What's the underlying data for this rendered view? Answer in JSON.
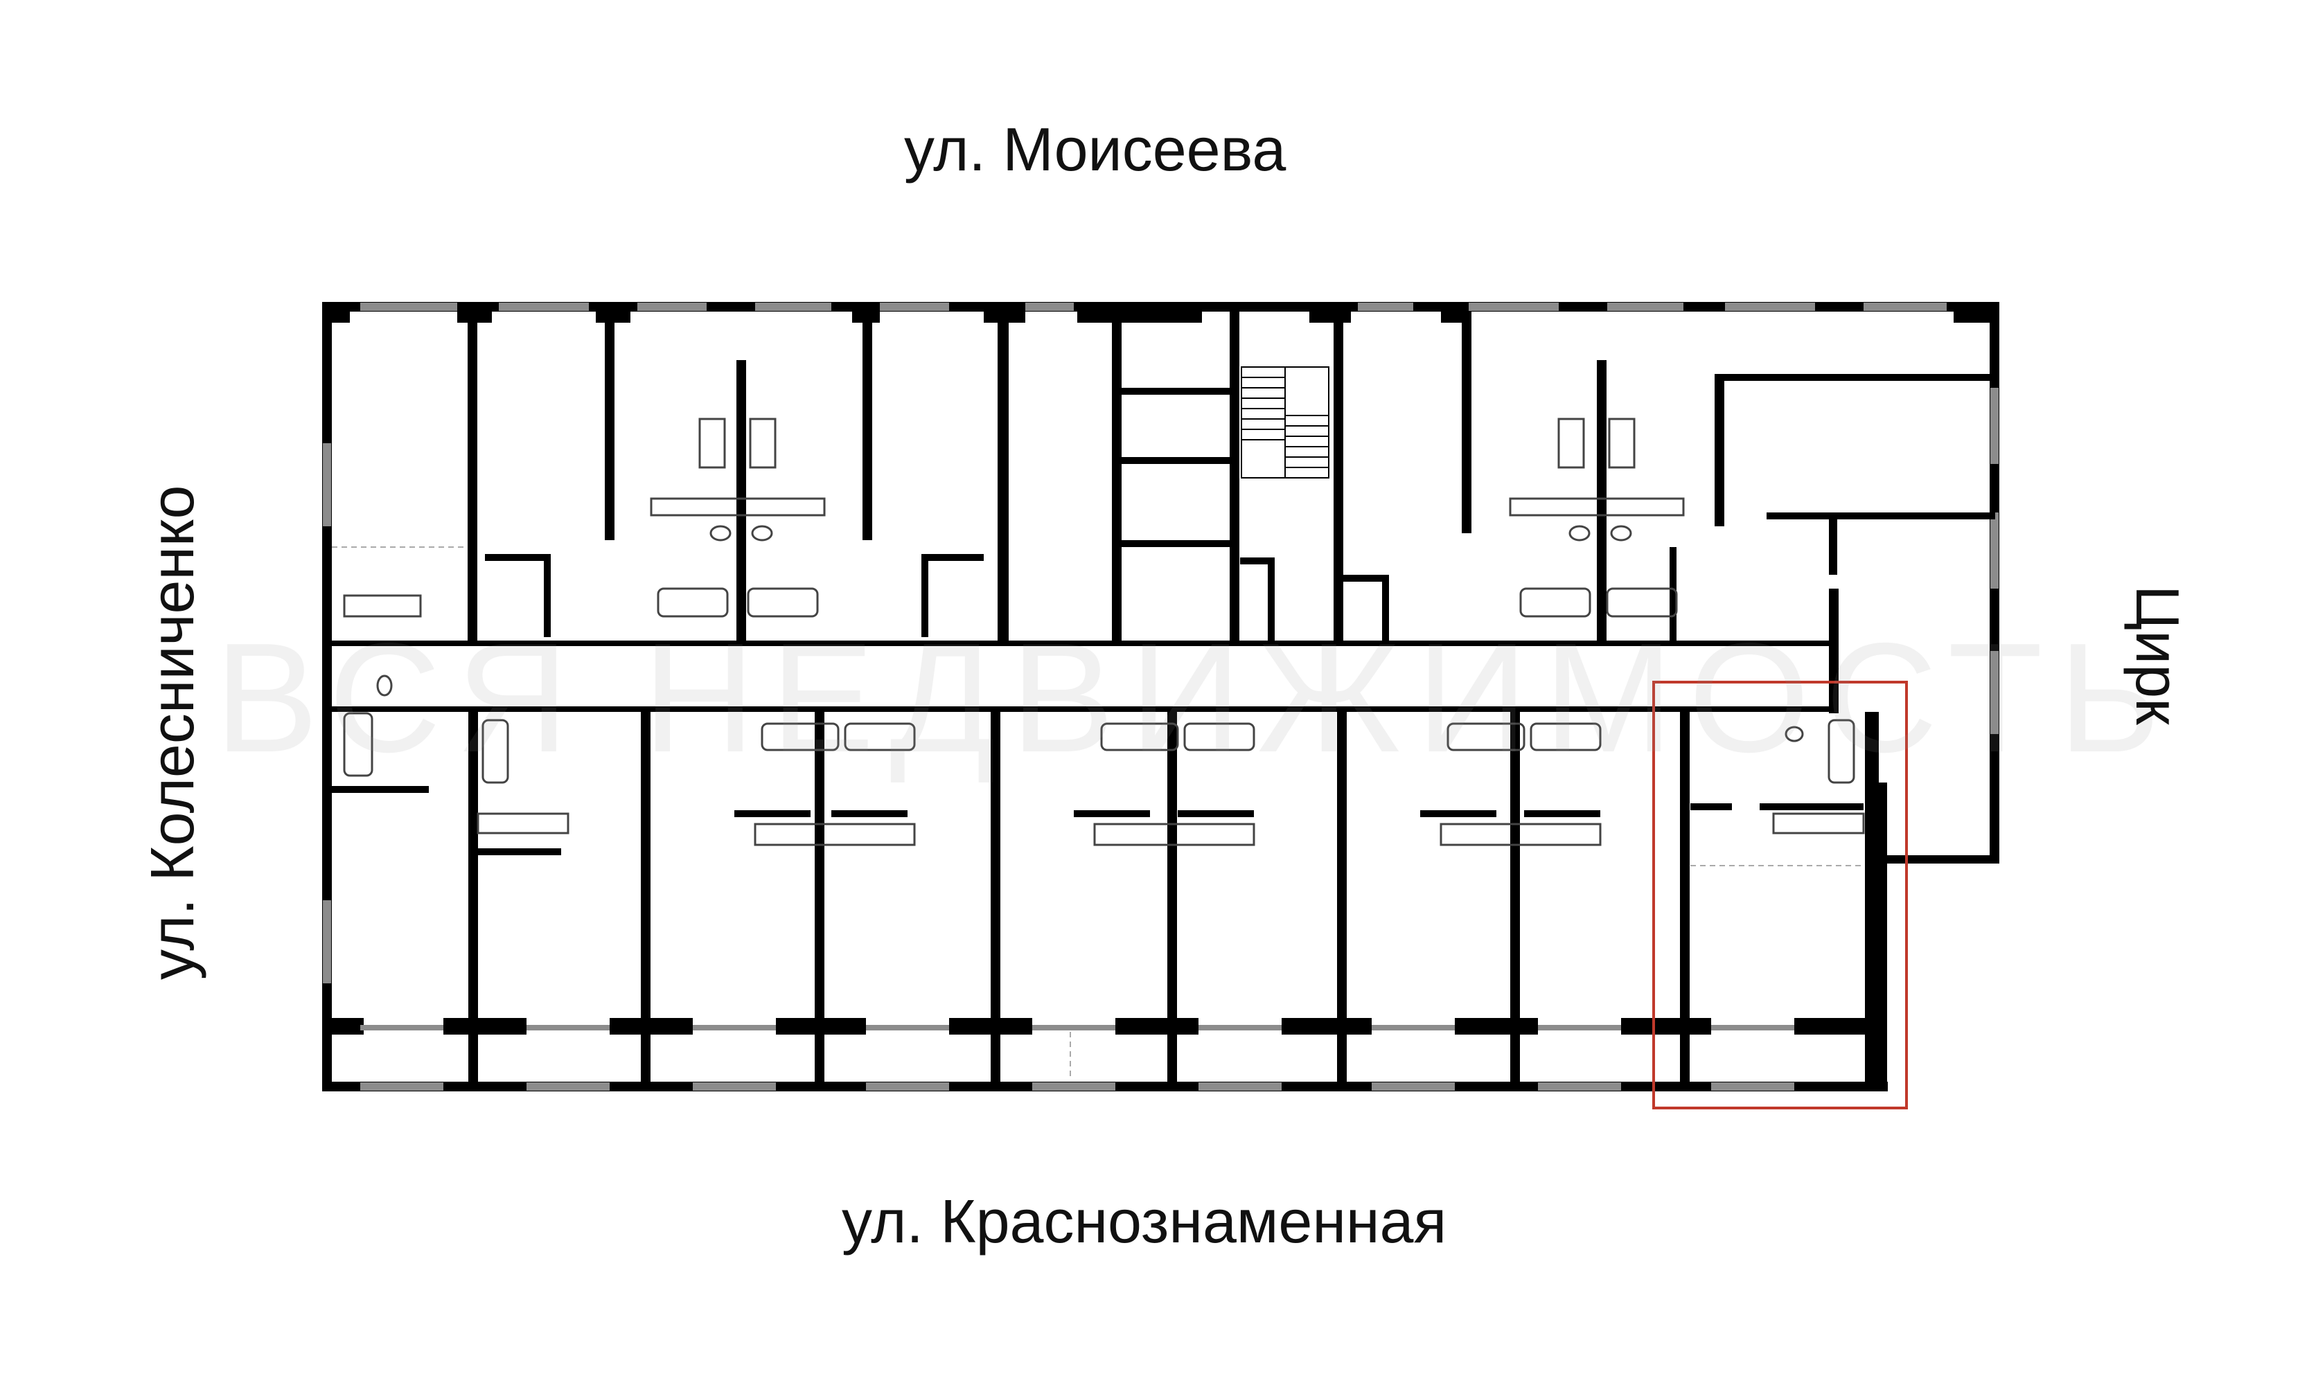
{
  "streets": {
    "north": "ул. Моисеева",
    "south": "ул. Краснознаменная",
    "west": "ул. Колесниченко",
    "east": "Цирк"
  },
  "watermark": "ВСЯ НЕДВИЖИМОСТЬ",
  "colors": {
    "wall": "#000000",
    "window": "#8c8c8c",
    "fixture": "#444444",
    "highlight": "#c0392b",
    "background": "#ffffff"
  },
  "plan": {
    "kind": "floor-plan",
    "stair_core": "stairwell",
    "highlighted_unit": "apartment-east-corner-south"
  }
}
